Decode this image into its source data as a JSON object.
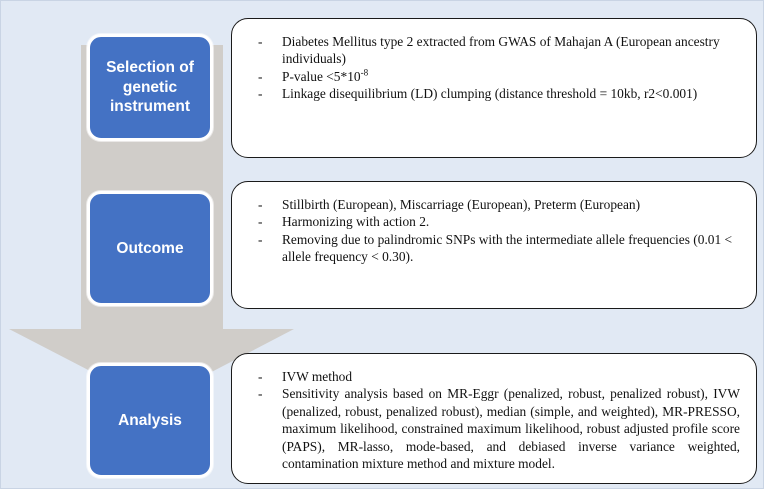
{
  "figure": {
    "background_color": "#e1e9f4",
    "accent_color": "#4472c4",
    "arrow_color": "#d0cdc9",
    "card_border_color": "#1a1a1a"
  },
  "arrow": {
    "name": "downward-process-arrow",
    "direction": "down"
  },
  "stages": [
    {
      "id": "selection-of-genetic-instrument",
      "label": "Selection of genetic instrument",
      "details": [
        {
          "text_before": "Diabetes Mellitus type 2 extracted from GWAS of Mahajan A (European ancestry individuals)",
          "superscript": "",
          "text_after": ""
        },
        {
          "text_before": "P-value <5*10",
          "superscript": "-8",
          "text_after": ""
        },
        {
          "text_before": "Linkage disequilibrium (LD) clumping (distance threshold = 10kb, r2<0.001)",
          "superscript": "",
          "text_after": ""
        }
      ]
    },
    {
      "id": "outcome",
      "label": "Outcome",
      "details": [
        {
          "text_before": "Stillbirth (European), Miscarriage (European), Preterm (European)",
          "superscript": "",
          "text_after": ""
        },
        {
          "text_before": "Harmonizing with action 2.",
          "superscript": "",
          "text_after": ""
        },
        {
          "text_before": "Removing due to palindromic SNPs with the intermediate allele frequencies (0.01 < allele frequency < 0.30).",
          "superscript": "",
          "text_after": ""
        }
      ]
    },
    {
      "id": "analysis",
      "label": "Analysis",
      "details": [
        {
          "text_before": "IVW method",
          "superscript": "",
          "text_after": ""
        },
        {
          "text_before": "Sensitivity analysis based on MR-Eggr (penalized, robust, penalized robust), IVW (penalized, robust, penalized robust), median (simple, and weighted), MR-PRESSO, maximum likelihood, constrained maximum likelihood, robust adjusted profile score (PAPS), MR-lasso, mode-based, and debiased inverse variance weighted, contamination mixture method and mixture model.",
          "superscript": "",
          "text_after": ""
        }
      ]
    }
  ]
}
